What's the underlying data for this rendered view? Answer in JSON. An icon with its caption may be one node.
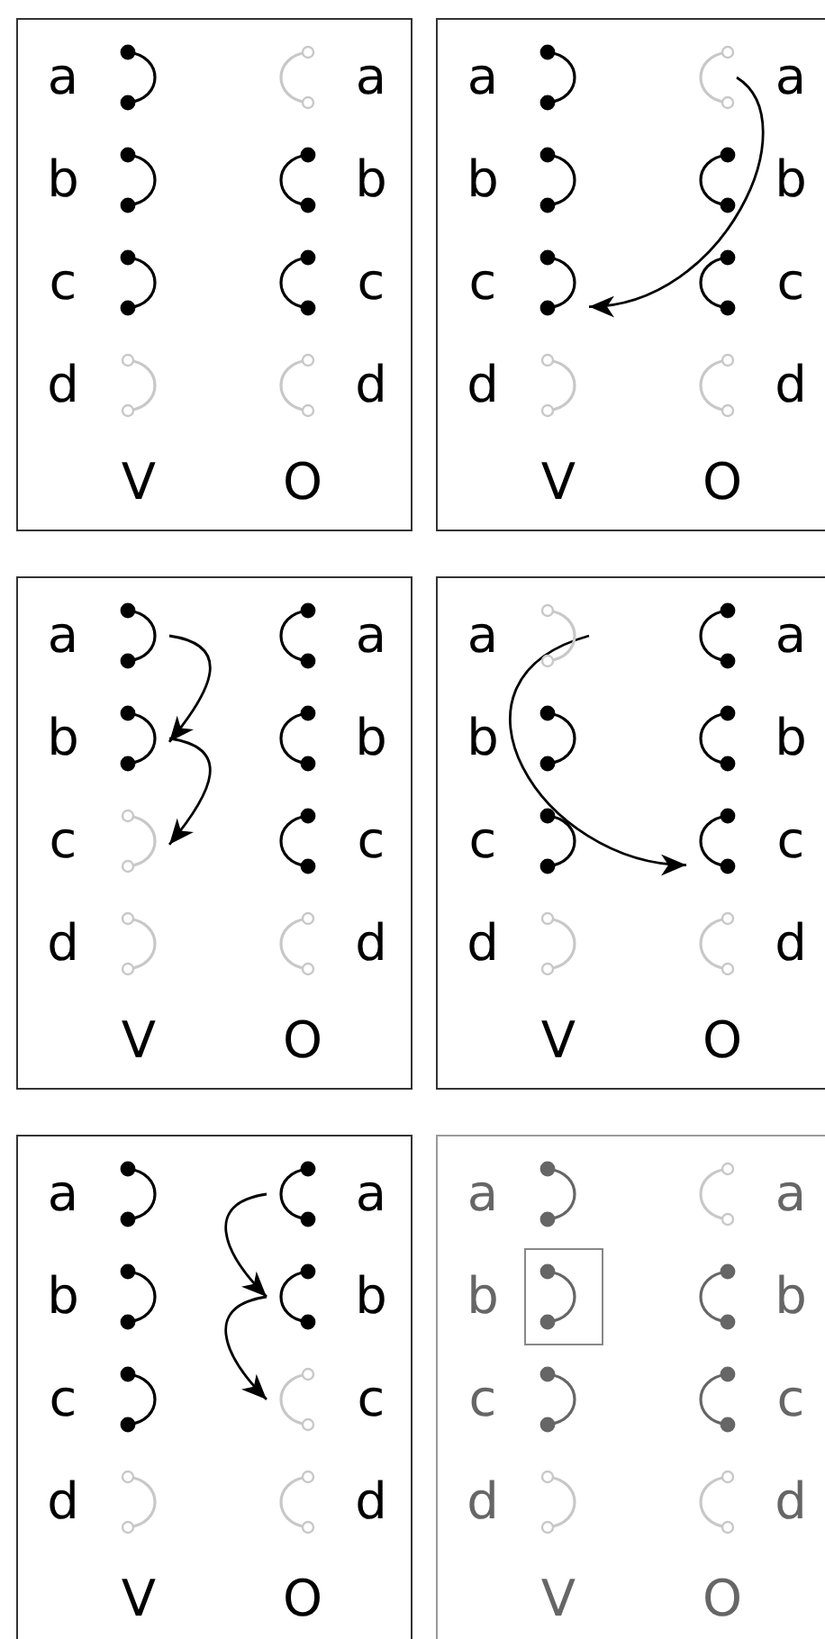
{
  "diagram": {
    "nodes": [
      {
        "text": [],
        "shape": "box"
      },
      {
        "text": [],
        "shape": "arc",
        "in": 0
      },
      {
        "text": [],
        "shape": "dim-arc",
        "in": 0
      },
      {
        "text": [],
        "shape": "arc",
        "in": 0
      },
      {
        "text": [],
        "shape": "arc",
        "in": 0
      },
      {
        "text": [],
        "shape": "arc",
        "in": 0
      },
      {
        "text": [],
        "shape": "arc",
        "in": 0
      },
      {
        "text": [],
        "shape": "dim-arc",
        "in": 0
      },
      {
        "text": [],
        "shape": "dim-arc",
        "in": 0
      },
      {
        "text": [],
        "shape": "box"
      },
      {
        "text": [],
        "shape": "arc",
        "in": 9
      },
      {
        "text": [],
        "shape": "dim-arc",
        "in": 9
      },
      {
        "text": [],
        "shape": "arc",
        "in": 9
      },
      {
        "text": [],
        "shape": "arc",
        "in": 9
      },
      {
        "text": [],
        "shape": "arc",
        "in": 9
      },
      {
        "text": [],
        "shape": "arc",
        "in": 9
      },
      {
        "text": [],
        "shape": "dim-arc",
        "in": 9
      },
      {
        "text": [],
        "shape": "dim-arc",
        "in": 9
      },
      {
        "text": [],
        "shape": "box"
      },
      {
        "text": [],
        "shape": "arc",
        "in": 18
      },
      {
        "text": [],
        "shape": "arc",
        "in": 18
      },
      {
        "text": [],
        "shape": "arc",
        "in": 18
      },
      {
        "text": [],
        "shape": "arc",
        "in": 18
      },
      {
        "text": [],
        "shape": "dim-arc",
        "in": 18
      },
      {
        "text": [],
        "shape": "arc",
        "in": 18
      },
      {
        "text": [],
        "shape": "dim-arc",
        "in": 18
      },
      {
        "text": [],
        "shape": "dim-arc",
        "in": 18
      },
      {
        "text": [],
        "shape": "box"
      },
      {
        "text": [],
        "shape": "dim-arc",
        "in": 27
      },
      {
        "text": [],
        "shape": "arc",
        "in": 27
      },
      {
        "text": [],
        "shape": "arc",
        "in": 27
      },
      {
        "text": [],
        "shape": "arc",
        "in": 27
      },
      {
        "text": [],
        "shape": "arc",
        "in": 27
      },
      {
        "text": [],
        "shape": "arc",
        "in": 27
      },
      {
        "text": [],
        "shape": "dim-arc",
        "in": 27
      },
      {
        "text": [],
        "shape": "dim-arc",
        "in": 27
      },
      {
        "text": [],
        "shape": "box"
      },
      {
        "text": [],
        "shape": "arc",
        "in": 36
      },
      {
        "text": [],
        "shape": "arc",
        "in": 36
      },
      {
        "text": [],
        "shape": "arc",
        "in": 36
      },
      {
        "text": [],
        "shape": "arc",
        "in": 36
      },
      {
        "text": [],
        "shape": "arc",
        "in": 36
      },
      {
        "text": [],
        "shape": "dim-arc",
        "in": 36
      },
      {
        "text": [],
        "shape": "dim-arc",
        "in": 36
      },
      {
        "text": [],
        "shape": "dim-arc",
        "in": 36
      },
      {
        "text": [],
        "shape": "box"
      },
      {
        "text": [],
        "shape": "arc",
        "in": 45
      },
      {
        "text": [],
        "shape": "dim-arc",
        "in": 45
      },
      {
        "text": [],
        "shape": "box",
        "in": 45
      },
      {
        "text": [],
        "shape": "arc",
        "in": 48
      },
      {
        "text": [],
        "shape": "arc",
        "in": 45
      },
      {
        "text": [],
        "shape": "arc",
        "in": 45
      },
      {
        "text": [],
        "shape": "arc",
        "in": 45
      },
      {
        "text": [],
        "shape": "dim-arc",
        "in": 45
      },
      {
        "text": [],
        "shape": "dim-arc",
        "in": 45
      }
    ],
    "edges": [
      {
        "from": 11,
        "to": 14,
        "arrow": "to"
      },
      {
        "from": 19,
        "to": 21,
        "arrow": "to"
      },
      {
        "from": 21,
        "to": 23,
        "arrow": "to"
      },
      {
        "from": 28,
        "to": 33,
        "arrow": "to"
      },
      {
        "from": 38,
        "to": 40,
        "arrow": "to"
      },
      {
        "from": 40,
        "to": 42,
        "arrow": "to"
      }
    ],
    "labels": [
      "a",
      "a",
      "b",
      "b",
      "c",
      "c",
      "d",
      "d",
      "V",
      "O",
      "a",
      "a",
      "b",
      "b",
      "c",
      "c",
      "d",
      "d",
      "V",
      "O",
      "a",
      "a",
      "b",
      "b",
      "c",
      "c",
      "d",
      "d",
      "V",
      "O",
      "a",
      "a",
      "b",
      "b",
      "c",
      "c",
      "d",
      "d",
      "V",
      "O",
      "a",
      "a",
      "b",
      "b",
      "c",
      "c",
      "d",
      "d",
      "V",
      "O",
      "a",
      "a",
      "b",
      "b",
      "c",
      "c",
      "d",
      "d",
      "V",
      "O"
    ]
  }
}
